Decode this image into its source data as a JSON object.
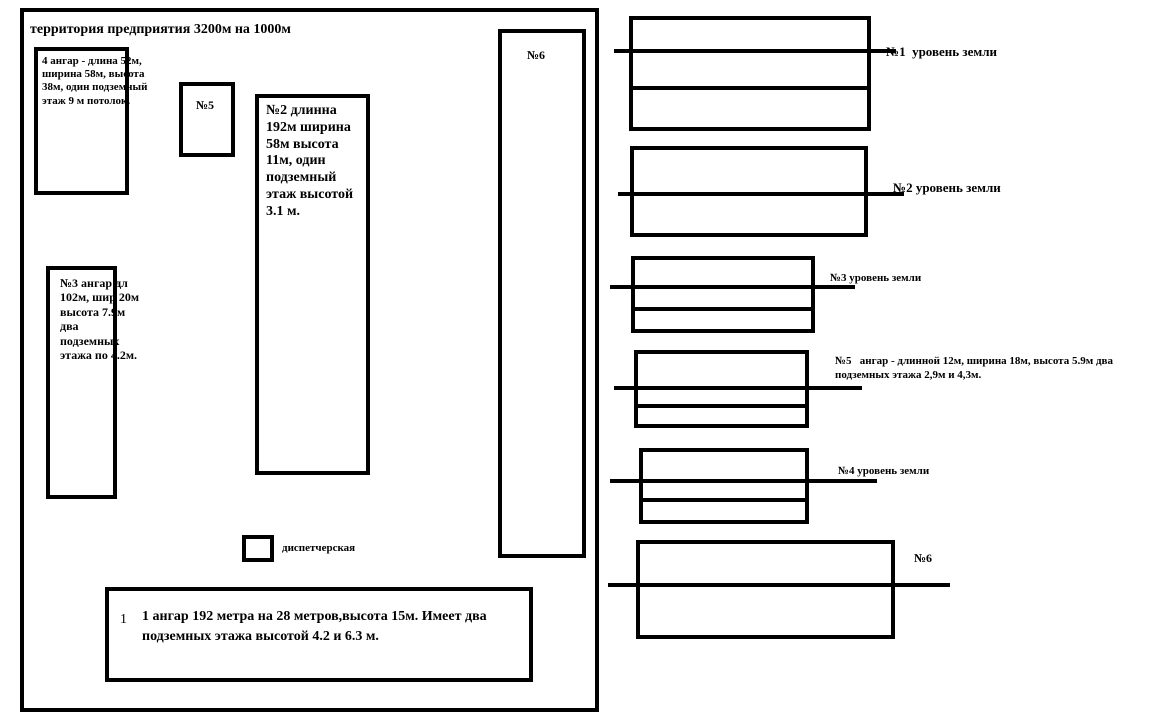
{
  "plan": {
    "title": "территория предприятия 3200м на 1000м",
    "hangar4": {
      "text": "4 ангар - длина 52м, ширина 58м, высота 38м, один подземный этаж 9 м потолок."
    },
    "hangar5": {
      "label": "№5"
    },
    "hangar2": {
      "text": "№2 длинна 192м ширина 58м высота 11м, один подземный этаж высотой 3.1 м."
    },
    "hangar3": {
      "text": "№3 ангар дл 102м, шир 20м высота 7.9м два подземных этажа по 4.2м."
    },
    "hangar6": {
      "label": "№6"
    },
    "dispatch": {
      "label": "диспетчерская"
    },
    "hangar1": {
      "number": "1",
      "text": "1 ангар 192 метра на 28 метров,высота 15м. Имеет два подземных этажа высотой 4.2 и 6.3 м."
    }
  },
  "sections": [
    {
      "label": "№1  уровень земли"
    },
    {
      "label": "№2 уровень земли"
    },
    {
      "label": "№3 уровень земли"
    },
    {
      "label": "№5   ангар - длинной 12м, ширина 18м, высота 5.9м два подземных этажа 2,9м и 4,3м."
    },
    {
      "label": "№4 уровень земли"
    },
    {
      "label": "№6"
    }
  ]
}
